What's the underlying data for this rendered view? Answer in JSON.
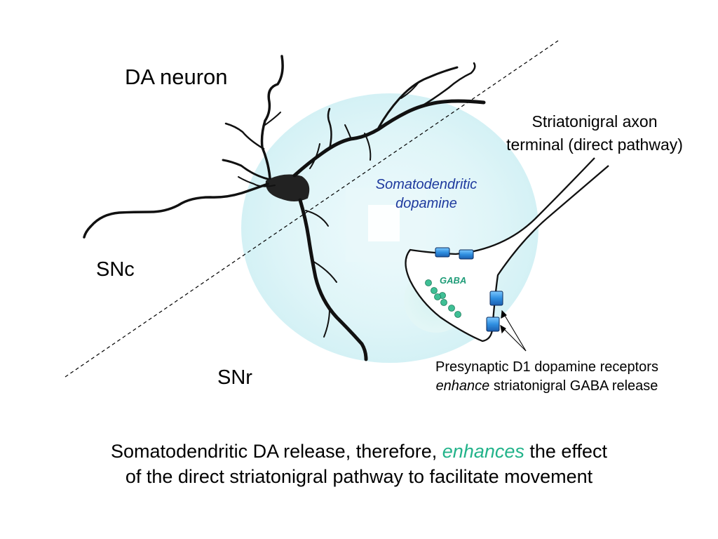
{
  "labels": {
    "da_neuron": "DA neuron",
    "snc": "SNc",
    "snr": "SNr",
    "somatodendritic_line1": "Somatodendritic",
    "somatodendritic_line2": "dopamine",
    "axon_line1": "Striatonigral axon",
    "axon_line2": "terminal (direct pathway)",
    "gaba": "GABA",
    "receptors_line1": "Presynaptic D1 dopamine receptors",
    "receptors_line2_italic": "enhance",
    "receptors_line2_rest": " striatonigral GABA release"
  },
  "caption": {
    "line1_before": "Somatodendritic DA release, therefore, ",
    "line1_highlight": "enhances",
    "line1_after": " the effect",
    "line2": "of the direct striatonigral pathway to facilitate movement"
  },
  "colors": {
    "highlight": "#22b38a",
    "dopamine_text": "#1e3a9e",
    "gaba_text": "#1f9c78",
    "receptor_fill": "#2f8fe0",
    "vesicle_fill": "#3fbf95",
    "dopamine_cloud": "#dff5f8"
  }
}
